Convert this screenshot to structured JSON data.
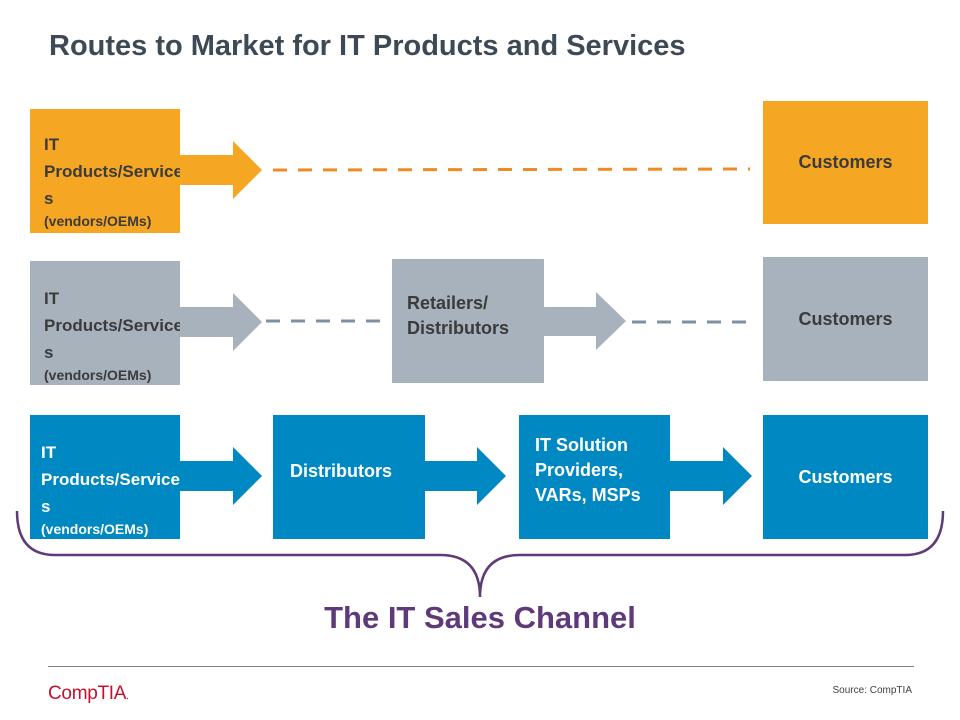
{
  "title": "Routes to Market for IT Products and Services",
  "rows": [
    {
      "source": {
        "line1": "IT",
        "line2": "Products/Services",
        "sub": "(vendors/OEMs)"
      },
      "customers": "Customers"
    },
    {
      "source": {
        "line1": "IT",
        "line2": "Products/Services",
        "sub": "(vendors/OEMs)"
      },
      "middle": "Retailers/ Distributors",
      "customers": "Customers"
    },
    {
      "source": {
        "line1": "IT",
        "line2": "Products/Services",
        "sub": "(vendors/OEMs)"
      },
      "distributors": "Distributors",
      "providers": "IT Solution Providers, VARs, MSPs",
      "customers": "Customers"
    }
  ],
  "channel_label": "The IT Sales Channel",
  "logo": "CompTIA",
  "logo_dot": ".",
  "source_note": "Source: CompTIA",
  "colors": {
    "orange": "#f5a623",
    "gray": "#a7b2bc",
    "blue": "#0088c2",
    "purple": "#5e3a7a",
    "title": "#3d4a56"
  }
}
